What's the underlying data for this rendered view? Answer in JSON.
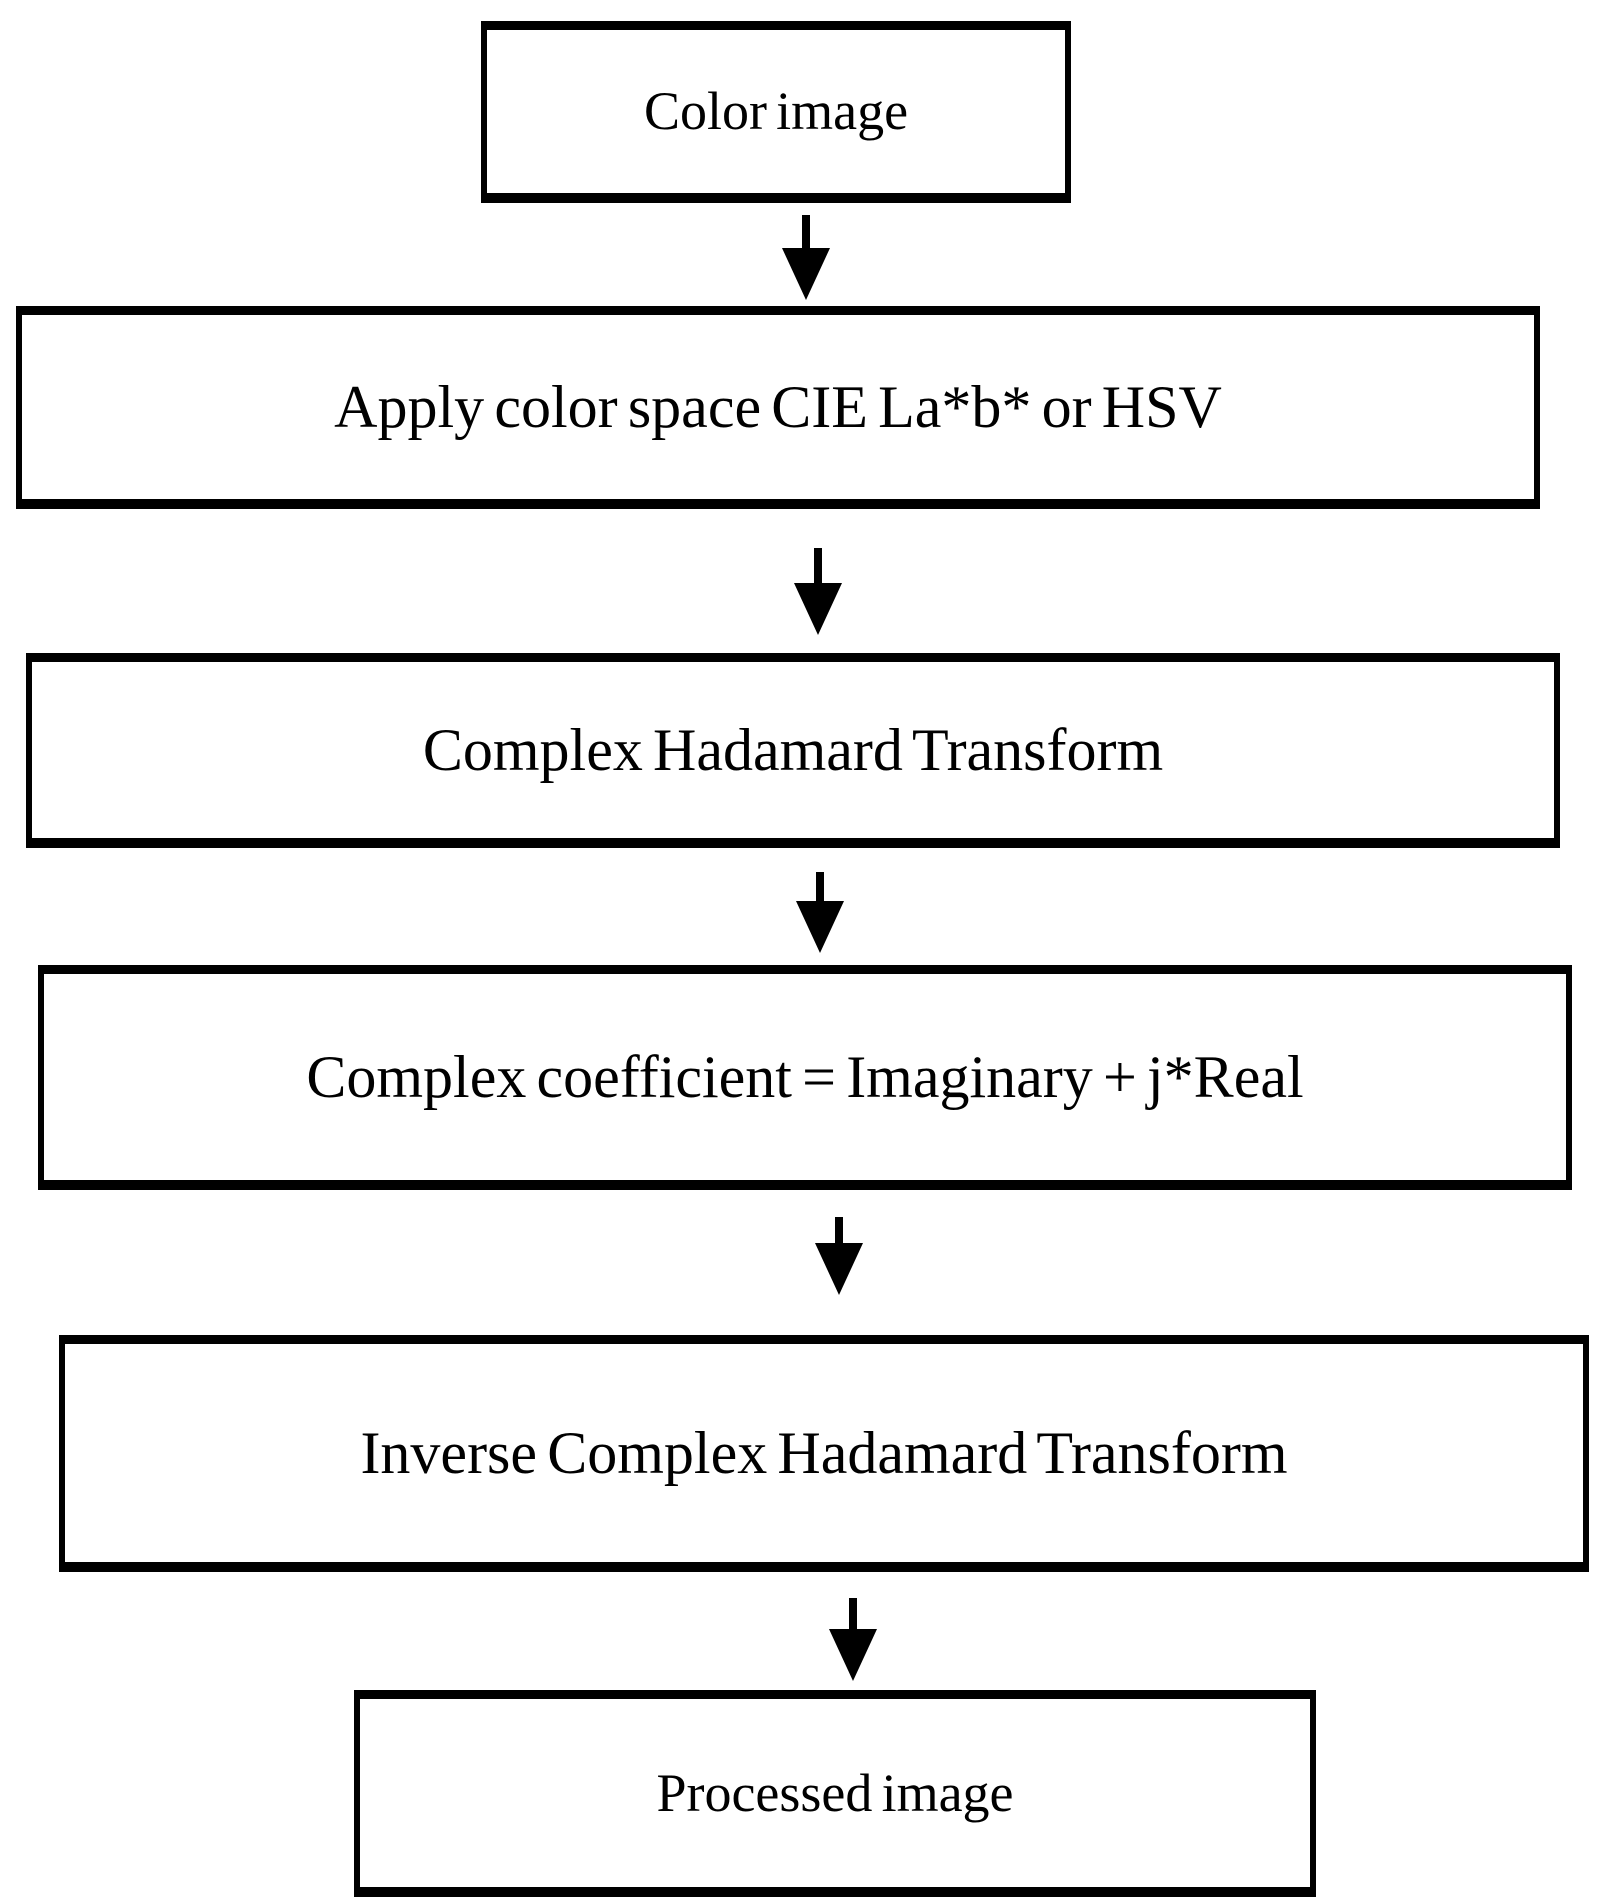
{
  "figure": {
    "type": "flowchart",
    "direction": "top-down",
    "background_color": "#ffffff",
    "line_color": "#000000"
  },
  "flowchart": {
    "steps": [
      {
        "id": "color-image",
        "label": "Color image"
      },
      {
        "id": "apply-color-space",
        "label": "Apply color space CIE La*b* or HSV"
      },
      {
        "id": "complex-hadamard-transform",
        "label": "Complex Hadamard Transform"
      },
      {
        "id": "complex-coefficient",
        "label": "Complex coefficient = Imaginary + j*Real"
      },
      {
        "id": "inverse-complex-hadamard-transform",
        "label": "Inverse Complex Hadamard Transform"
      },
      {
        "id": "processed-image",
        "label": "Processed image"
      }
    ],
    "connectors": [
      {
        "from": "color-image",
        "to": "apply-color-space",
        "style": "solid-arrow-down"
      },
      {
        "from": "apply-color-space",
        "to": "complex-hadamard-transform",
        "style": "solid-arrow-down"
      },
      {
        "from": "complex-hadamard-transform",
        "to": "complex-coefficient",
        "style": "solid-arrow-down"
      },
      {
        "from": "complex-coefficient",
        "to": "inverse-complex-hadamard-transform",
        "style": "solid-arrow-down"
      },
      {
        "from": "inverse-complex-hadamard-transform",
        "to": "processed-image",
        "style": "solid-arrow-down"
      }
    ]
  }
}
